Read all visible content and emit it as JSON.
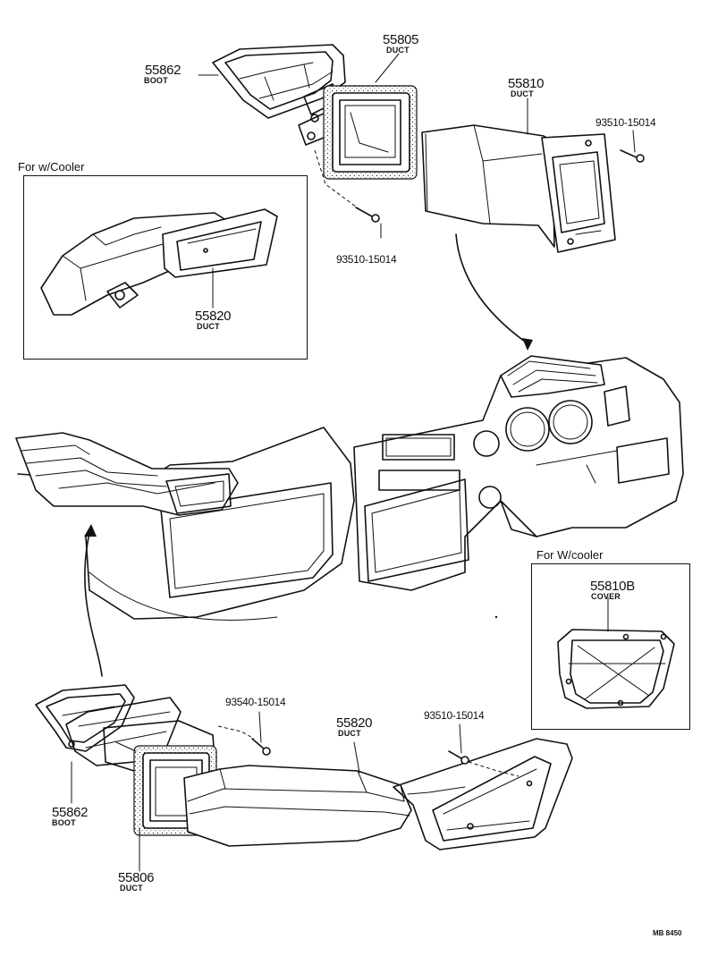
{
  "insets": {
    "cooler_left": {
      "title": "For w/Cooler"
    },
    "cooler_right": {
      "title": "For  W/cooler"
    }
  },
  "callouts": {
    "boot_top": {
      "part": "55862",
      "desc": "BOOT"
    },
    "duct_55805": {
      "part": "55805",
      "desc": "DUCT"
    },
    "duct_55810": {
      "part": "55810",
      "desc": "DUCT"
    },
    "screw_top_right": {
      "part": "93510-15014"
    },
    "screw_top_mid": {
      "part": "93510-15014"
    },
    "duct_55820_inset": {
      "part": "55820",
      "desc": "DUCT"
    },
    "cover_55810b": {
      "part": "55810B",
      "desc": "COVER"
    },
    "screw_bottom_left": {
      "part": "93540-15014"
    },
    "duct_55820_bottom": {
      "part": "55820",
      "desc": "DUCT"
    },
    "screw_bottom_right": {
      "part": "93510-15014"
    },
    "boot_bottom": {
      "part": "55862",
      "desc": "BOOT"
    },
    "duct_55806": {
      "part": "55806",
      "desc": "DUCT"
    }
  },
  "drawing_code": "MB 8450"
}
